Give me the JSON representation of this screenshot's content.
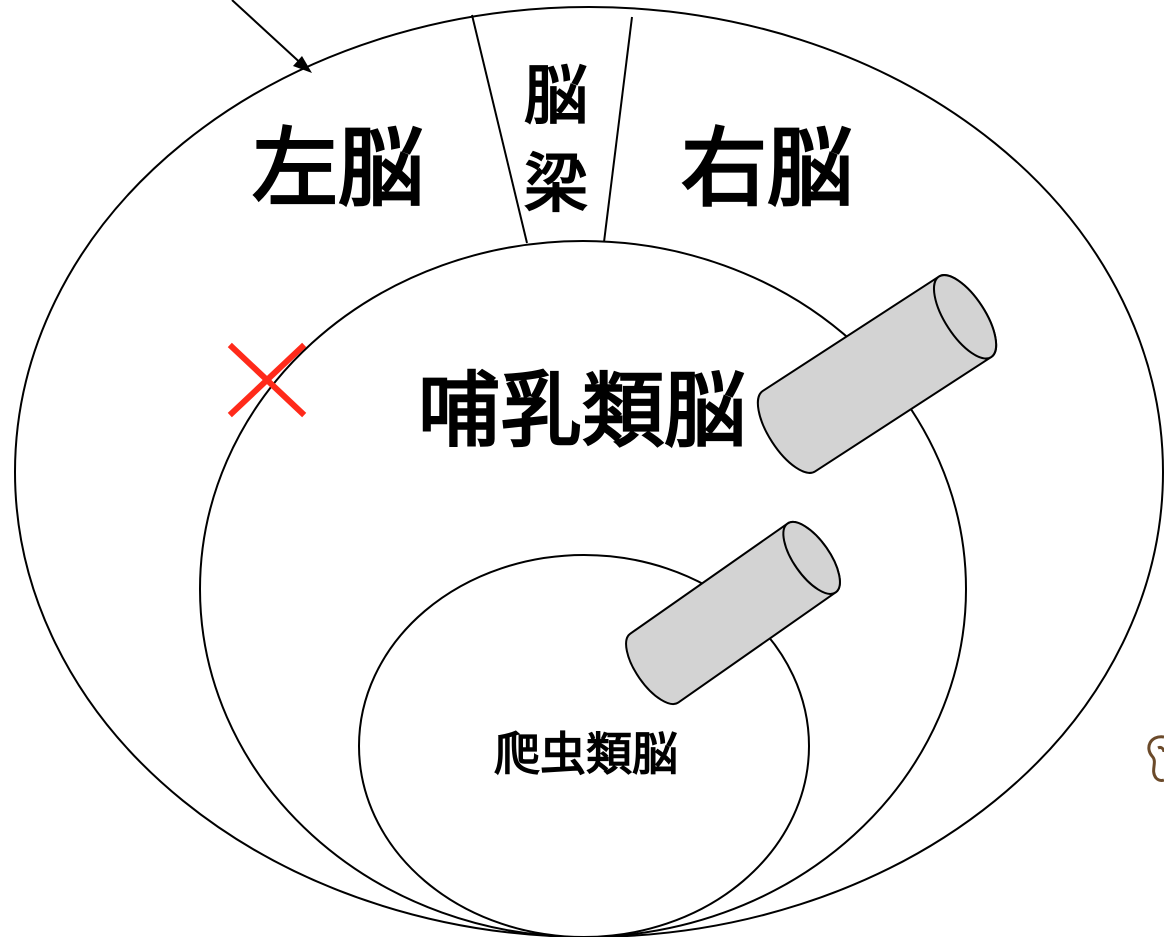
{
  "diagram": {
    "labels": {
      "left_brain": "左脳",
      "corpus_callosum_top": "脳",
      "corpus_callosum_bottom": "梁",
      "right_brain": "右脳",
      "mammalian_brain": "哺乳類脳",
      "reptilian_brain": "爬虫類脳"
    },
    "colors": {
      "outline": "#000000",
      "cylinder_fill": "#d3d3d3",
      "cross_mark": "#ff2a1a",
      "background": "#ffffff"
    }
  }
}
